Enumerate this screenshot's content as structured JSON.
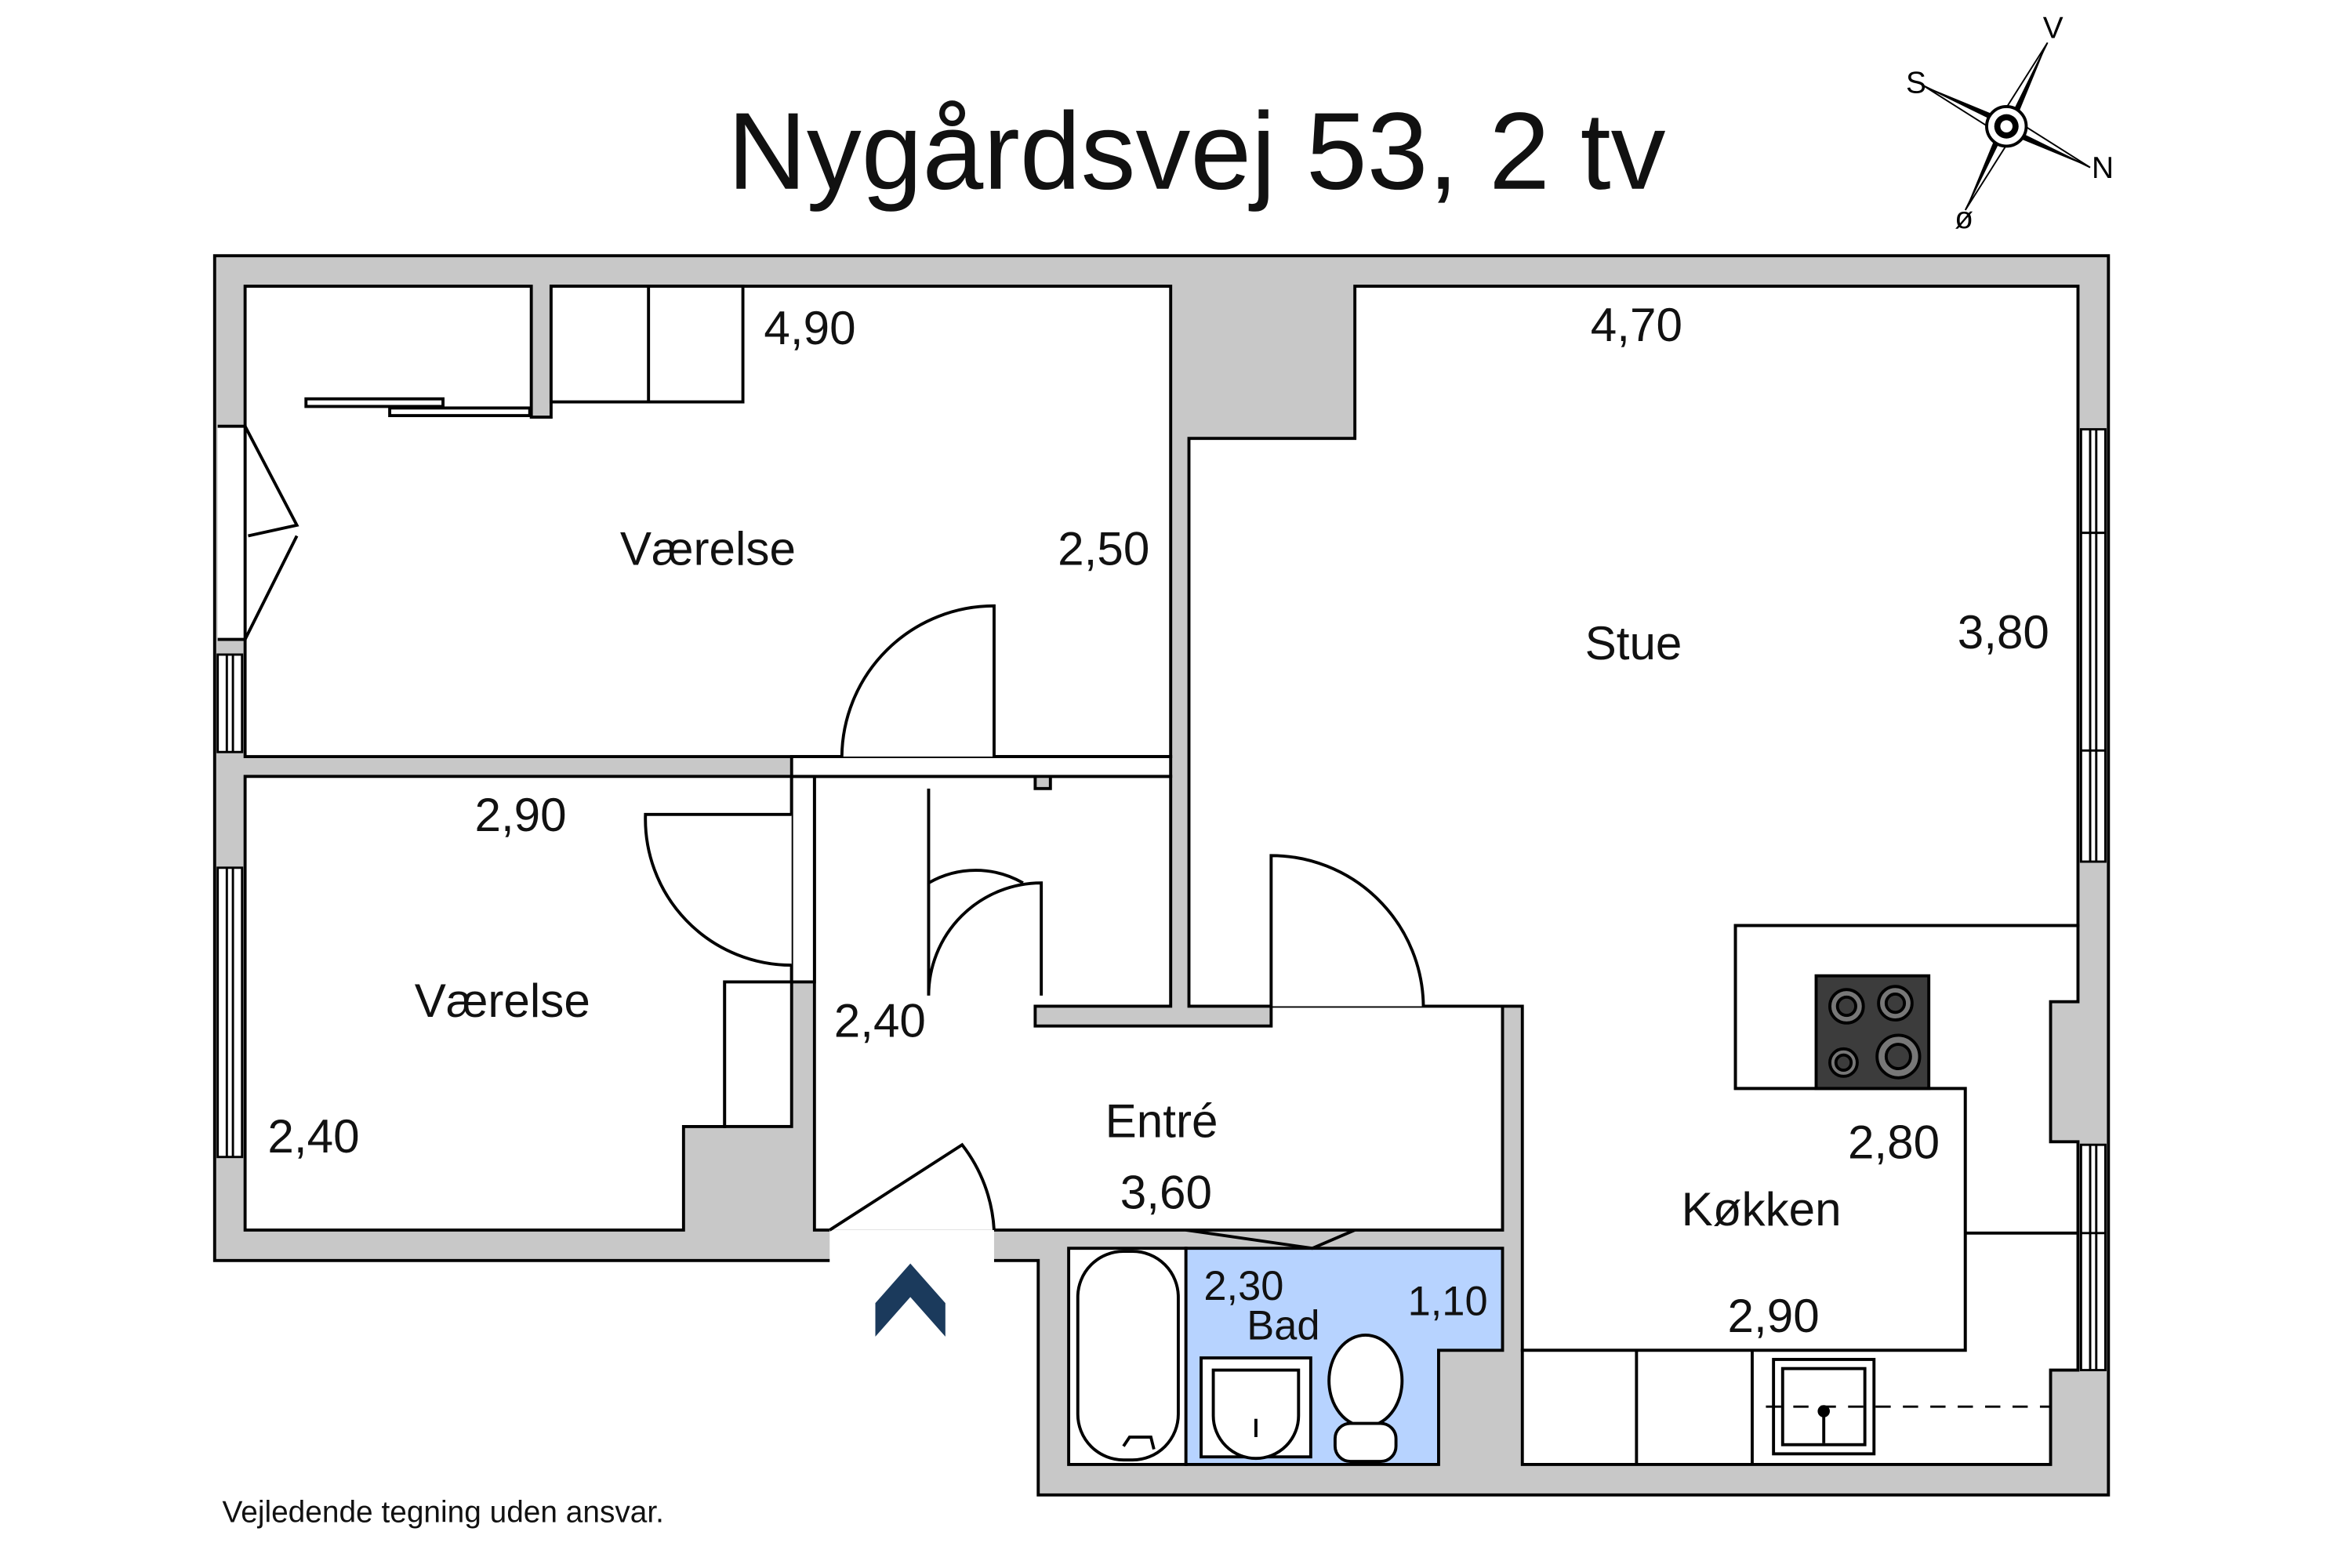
{
  "title": "Nygårdsvej 53, 2 tv",
  "disclaimer": "Vejledende tegning uden ansvar.",
  "compass": {
    "v": "V",
    "s": "S",
    "n": "N",
    "o": "ø"
  },
  "rooms": {
    "bedroom_top": {
      "label": "Værelse",
      "dim_width": "4,90",
      "dim_depth": "2,50"
    },
    "living": {
      "label": "Stue",
      "dim_width": "4,70",
      "dim_depth": "3,80"
    },
    "bedroom_bottom": {
      "label": "Værelse",
      "dim_width": "2,90",
      "dim_depth": "2,40"
    },
    "hallway": {
      "label": "Entré",
      "dim_width": "3,60",
      "dim_depth": "2,40"
    },
    "bathroom": {
      "label": "Bad",
      "dim_width": "2,30",
      "dim_depth": "1,10"
    },
    "kitchen": {
      "label": "Køkken",
      "dim_width": "2,90",
      "dim_depth": "2,80"
    }
  },
  "colors": {
    "wall": "#c8c8c8",
    "bathroom": "#b7d3ff",
    "hob": "#3c3c3c",
    "entry_arrow": "#1b3a5c"
  }
}
